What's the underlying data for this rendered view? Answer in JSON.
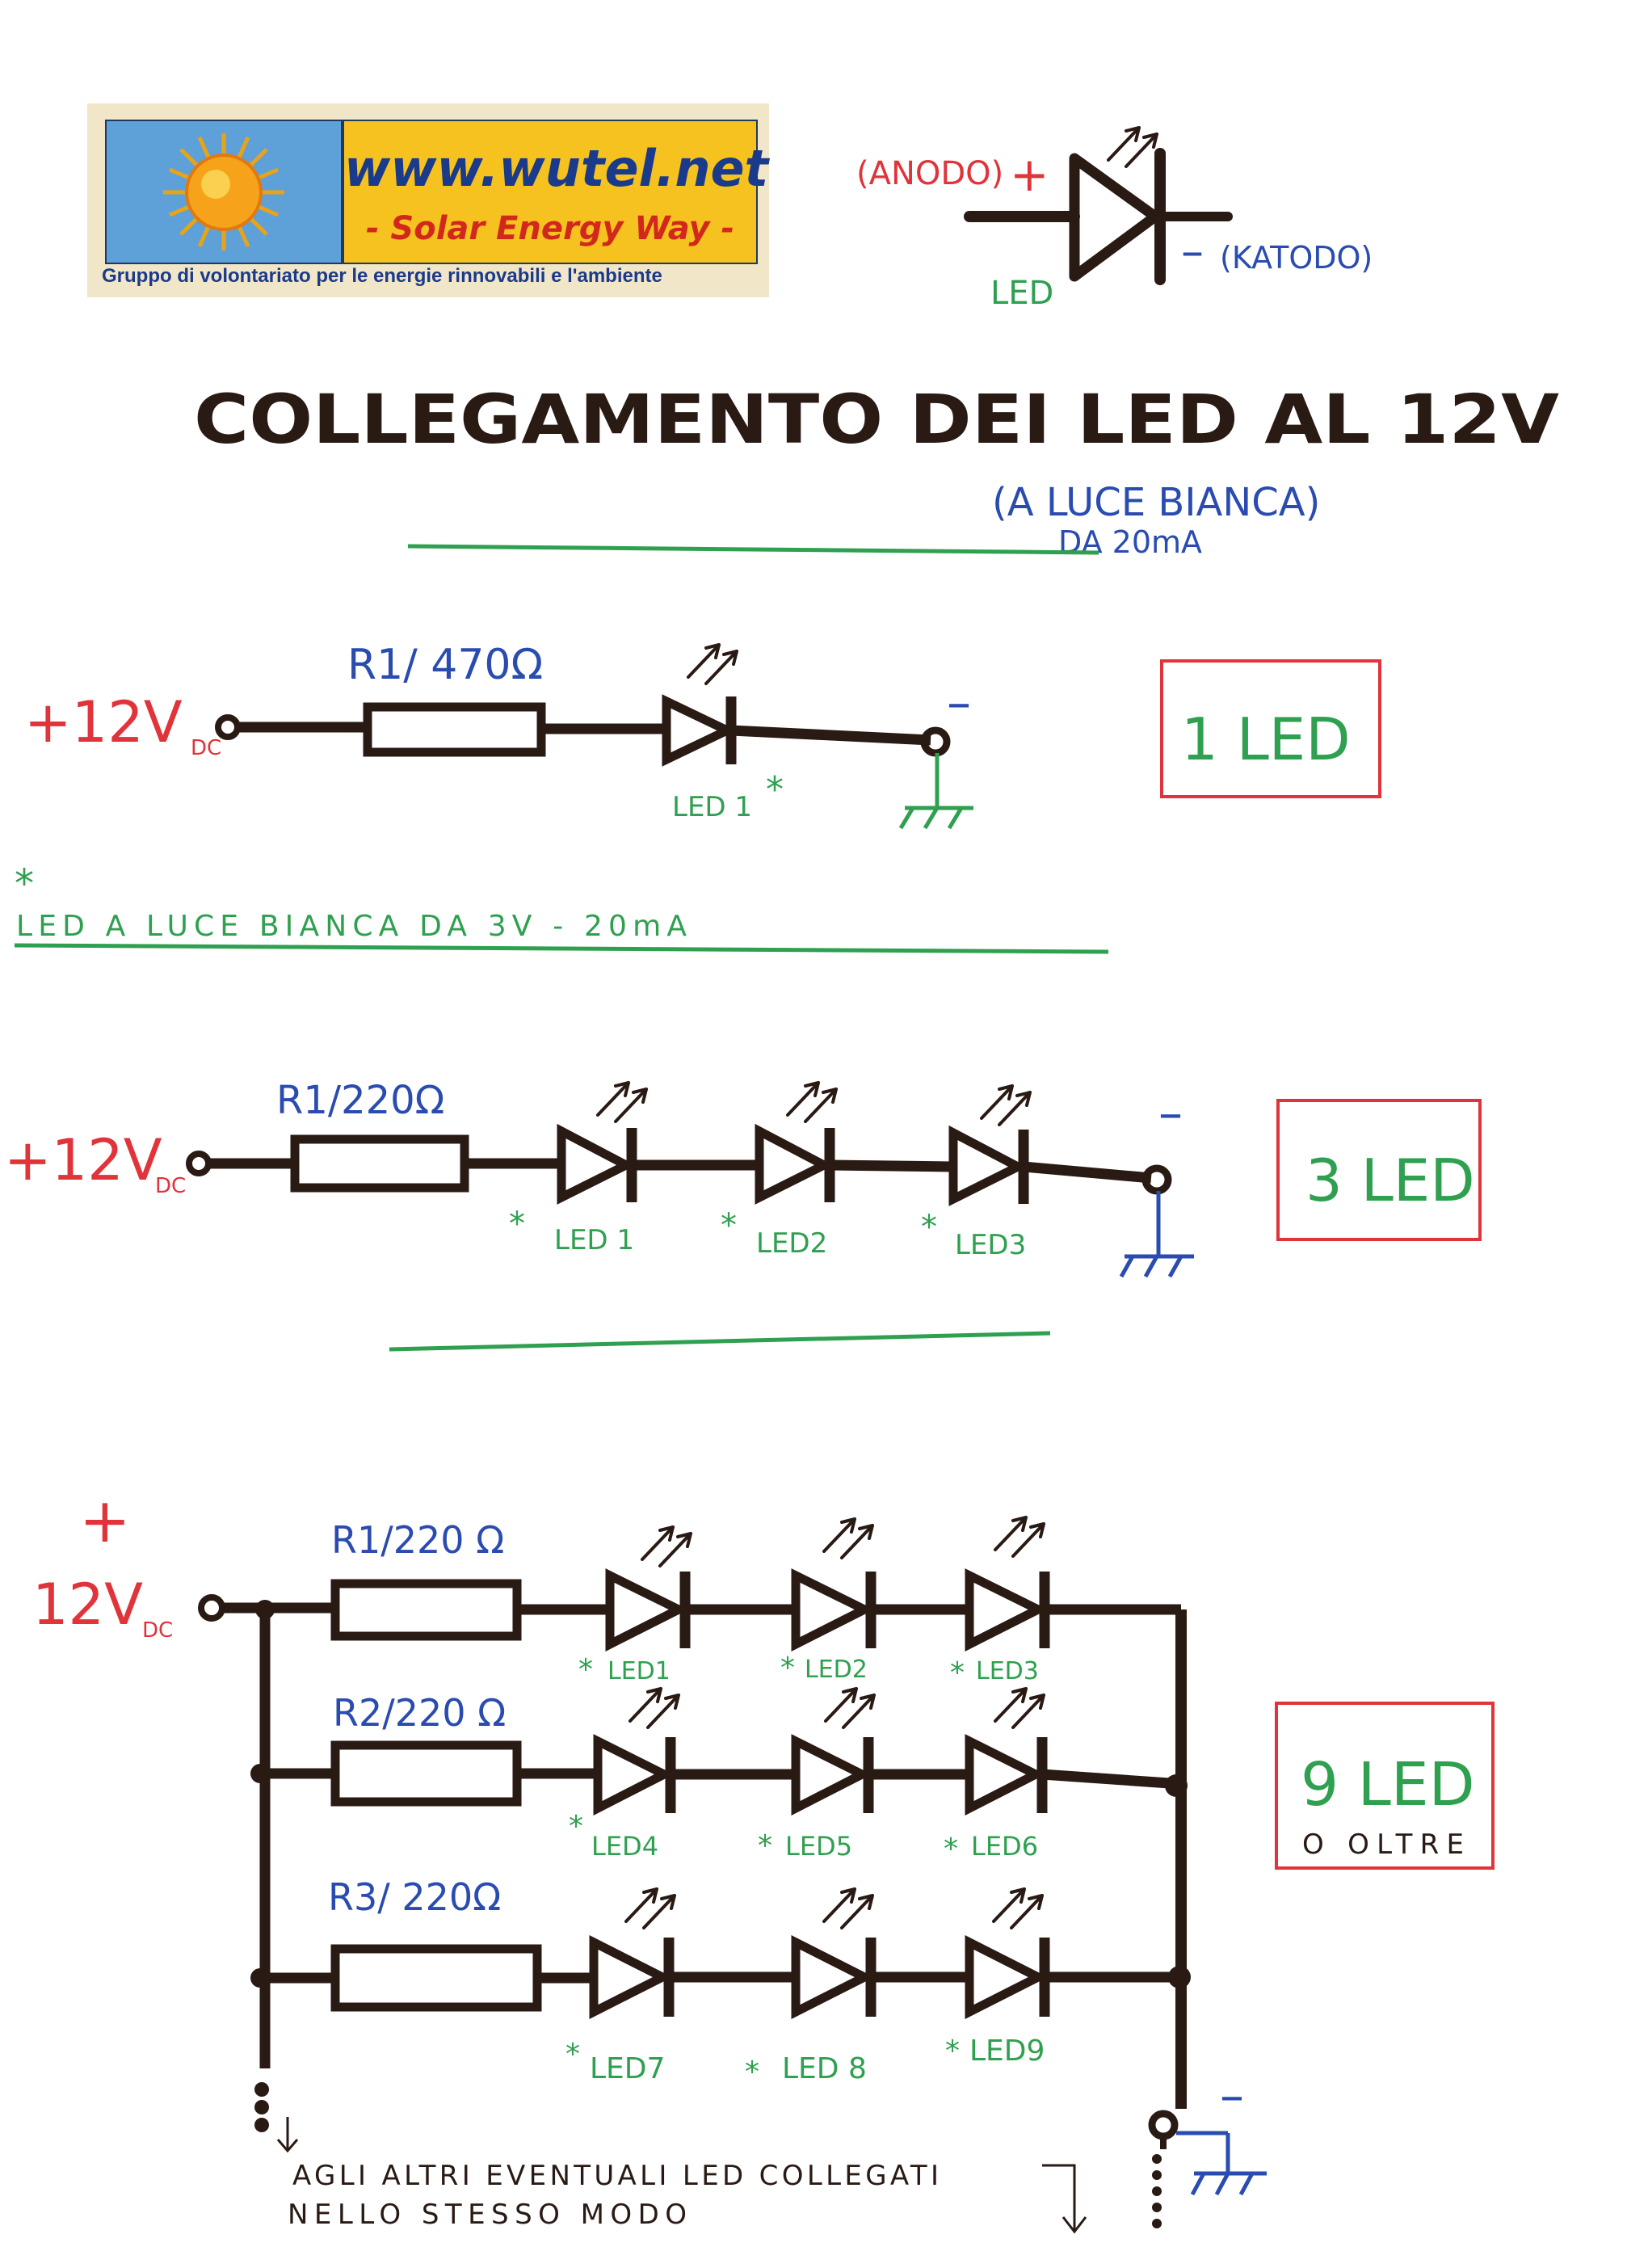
{
  "logo": {
    "url": "www.wutel.net",
    "tagline": "- Solar Energy Way -",
    "group": "Gruppo di volontariato per le energie rinnovabili e l'ambiente",
    "sun_icon": "sun-icon"
  },
  "legend": {
    "anode": "(ANODO)",
    "plus": "+",
    "minus": "–",
    "cathode": "(KATODO)",
    "led": "LED"
  },
  "title": {
    "main": "COLLEGAMENTO DEI LED AL 12V",
    "subtitle": "(A LUCE BIANCA)",
    "current": "DA 20mA"
  },
  "circuit1": {
    "supply": "+12V",
    "supply_sub": "DC",
    "resistor": "R1/ 470Ω",
    "led_labels": [
      "LED 1"
    ],
    "star": "*",
    "ground_minus": "–",
    "box": "1 LED"
  },
  "note": {
    "star": "*",
    "text": "LED A LUCE BIANCA DA 3V - 20mA"
  },
  "circuit2": {
    "supply": "+12V",
    "supply_sub": "DC",
    "resistor": "R1/220Ω",
    "led_labels": [
      "LED 1",
      "LED2",
      "LED3"
    ],
    "star": "*",
    "ground_minus": "–",
    "box": "3 LED"
  },
  "circuit3": {
    "plus": "+",
    "supply": "12V",
    "supply_sub": "DC",
    "resistors": [
      "R1/220 Ω",
      "R2/220 Ω",
      "R3/ 220Ω"
    ],
    "led_labels": [
      "LED1",
      "LED2",
      "LED3",
      "LED4",
      "LED5",
      "LED6",
      "LED7",
      "LED 8",
      "LED9"
    ],
    "star": "*",
    "ground_minus": "–",
    "box_main": "9 LED",
    "box_sub": "O OLTRE",
    "footnote_line1": "AGLI ALTRI EVENTUALI LED COLLEGATI",
    "footnote_line2": "NELLO STESSO MODO"
  },
  "colors": {
    "ink": "#2a1a14",
    "red": "#e0333a",
    "green": "#2fa050",
    "blue": "#2a4cb0",
    "logo_blue": "#1a3a8c",
    "logo_yellow": "#f5c21f"
  }
}
